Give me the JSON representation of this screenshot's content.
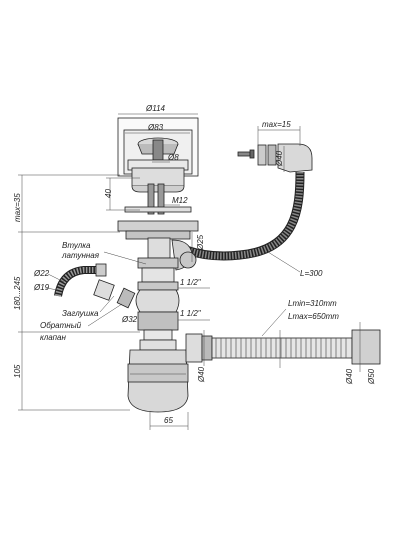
{
  "dimensions": {
    "d114": "Ø114",
    "d83": "Ø83",
    "d8": "Ø8",
    "h40": "40",
    "m12": "M12",
    "max35": "max=35",
    "max15": "max=15",
    "d40_top": "Ø40",
    "d25": "Ø25",
    "l300": "L=300",
    "h180_245": "180...245",
    "d22": "Ø22",
    "d19": "Ø19",
    "thread_upper": "1 1/2\"",
    "thread_lower": "1 1/2\"",
    "d32": "Ø32",
    "lmin": "Lmin=310mm",
    "lmax": "Lmax=650mm",
    "h105": "105",
    "d40_trap": "Ø40",
    "d40_hose": "Ø40",
    "d50": "Ø50",
    "w65": "65"
  },
  "labels": {
    "bushing_line1": "Втулка",
    "bushing_line2": "латунная",
    "plug": "Заглушка",
    "valve_line1": "Обратный",
    "valve_line2": "клапан"
  }
}
